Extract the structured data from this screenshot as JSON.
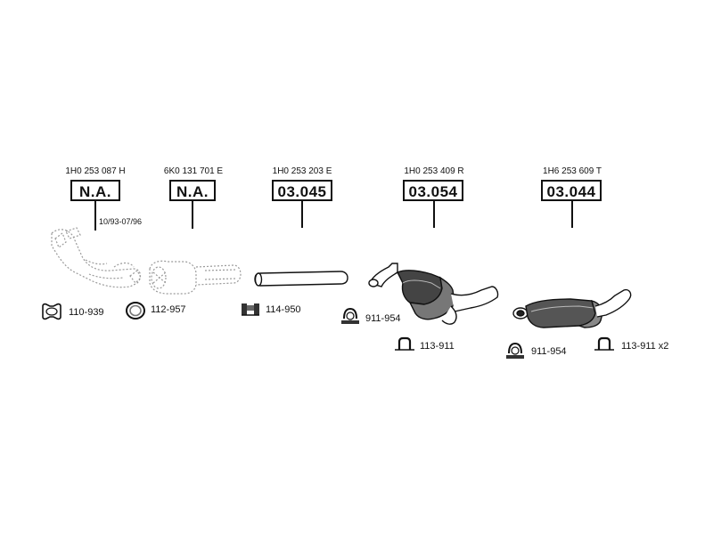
{
  "parts": [
    {
      "oem": "1H0 253 087 H",
      "code": "N.A.",
      "note": "10/93-07/96"
    },
    {
      "oem": "6K0 131 701 E",
      "code": "N.A."
    },
    {
      "oem": "1H0 253 203 E",
      "code": "03.045"
    },
    {
      "oem": "1H0 253 409 R",
      "code": "03.054"
    },
    {
      "oem": "1H6 253 609 T",
      "code": "03.044"
    }
  ],
  "accessories": [
    {
      "label": "110-939",
      "icon": "gasket-ring-icon"
    },
    {
      "label": "112-957",
      "icon": "o-ring-icon"
    },
    {
      "label": "114-950",
      "icon": "rubber-mount-icon"
    },
    {
      "label": "911-954",
      "icon": "u-clamp-icon"
    },
    {
      "label": "113-911",
      "icon": "hanger-bracket-icon"
    },
    {
      "label": "911-954",
      "icon": "u-clamp-icon"
    },
    {
      "label": "113-911 x2",
      "icon": "hanger-bracket-icon"
    }
  ]
}
